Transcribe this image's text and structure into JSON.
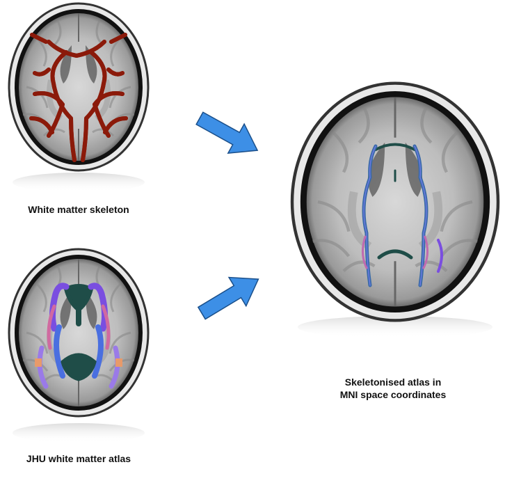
{
  "panels": [
    {
      "id": "skeleton",
      "label": "White matter skeleton"
    },
    {
      "id": "atlas",
      "label": "JHU white matter atlas"
    },
    {
      "id": "result",
      "label_line1": "Skeletonised atlas in",
      "label_line2": "MNI space coordinates"
    }
  ],
  "colors": {
    "arrow": "#3d8fe6",
    "skeleton_outer": "#8b1a0a",
    "skeleton_inner": "#f0a040",
    "atlas_dark": "#1f4d48",
    "atlas_purple": "#7a4ee0",
    "atlas_blue": "#4a6fe0",
    "atlas_pink": "#d06aa0",
    "result_teal": "#2e6a8a"
  }
}
